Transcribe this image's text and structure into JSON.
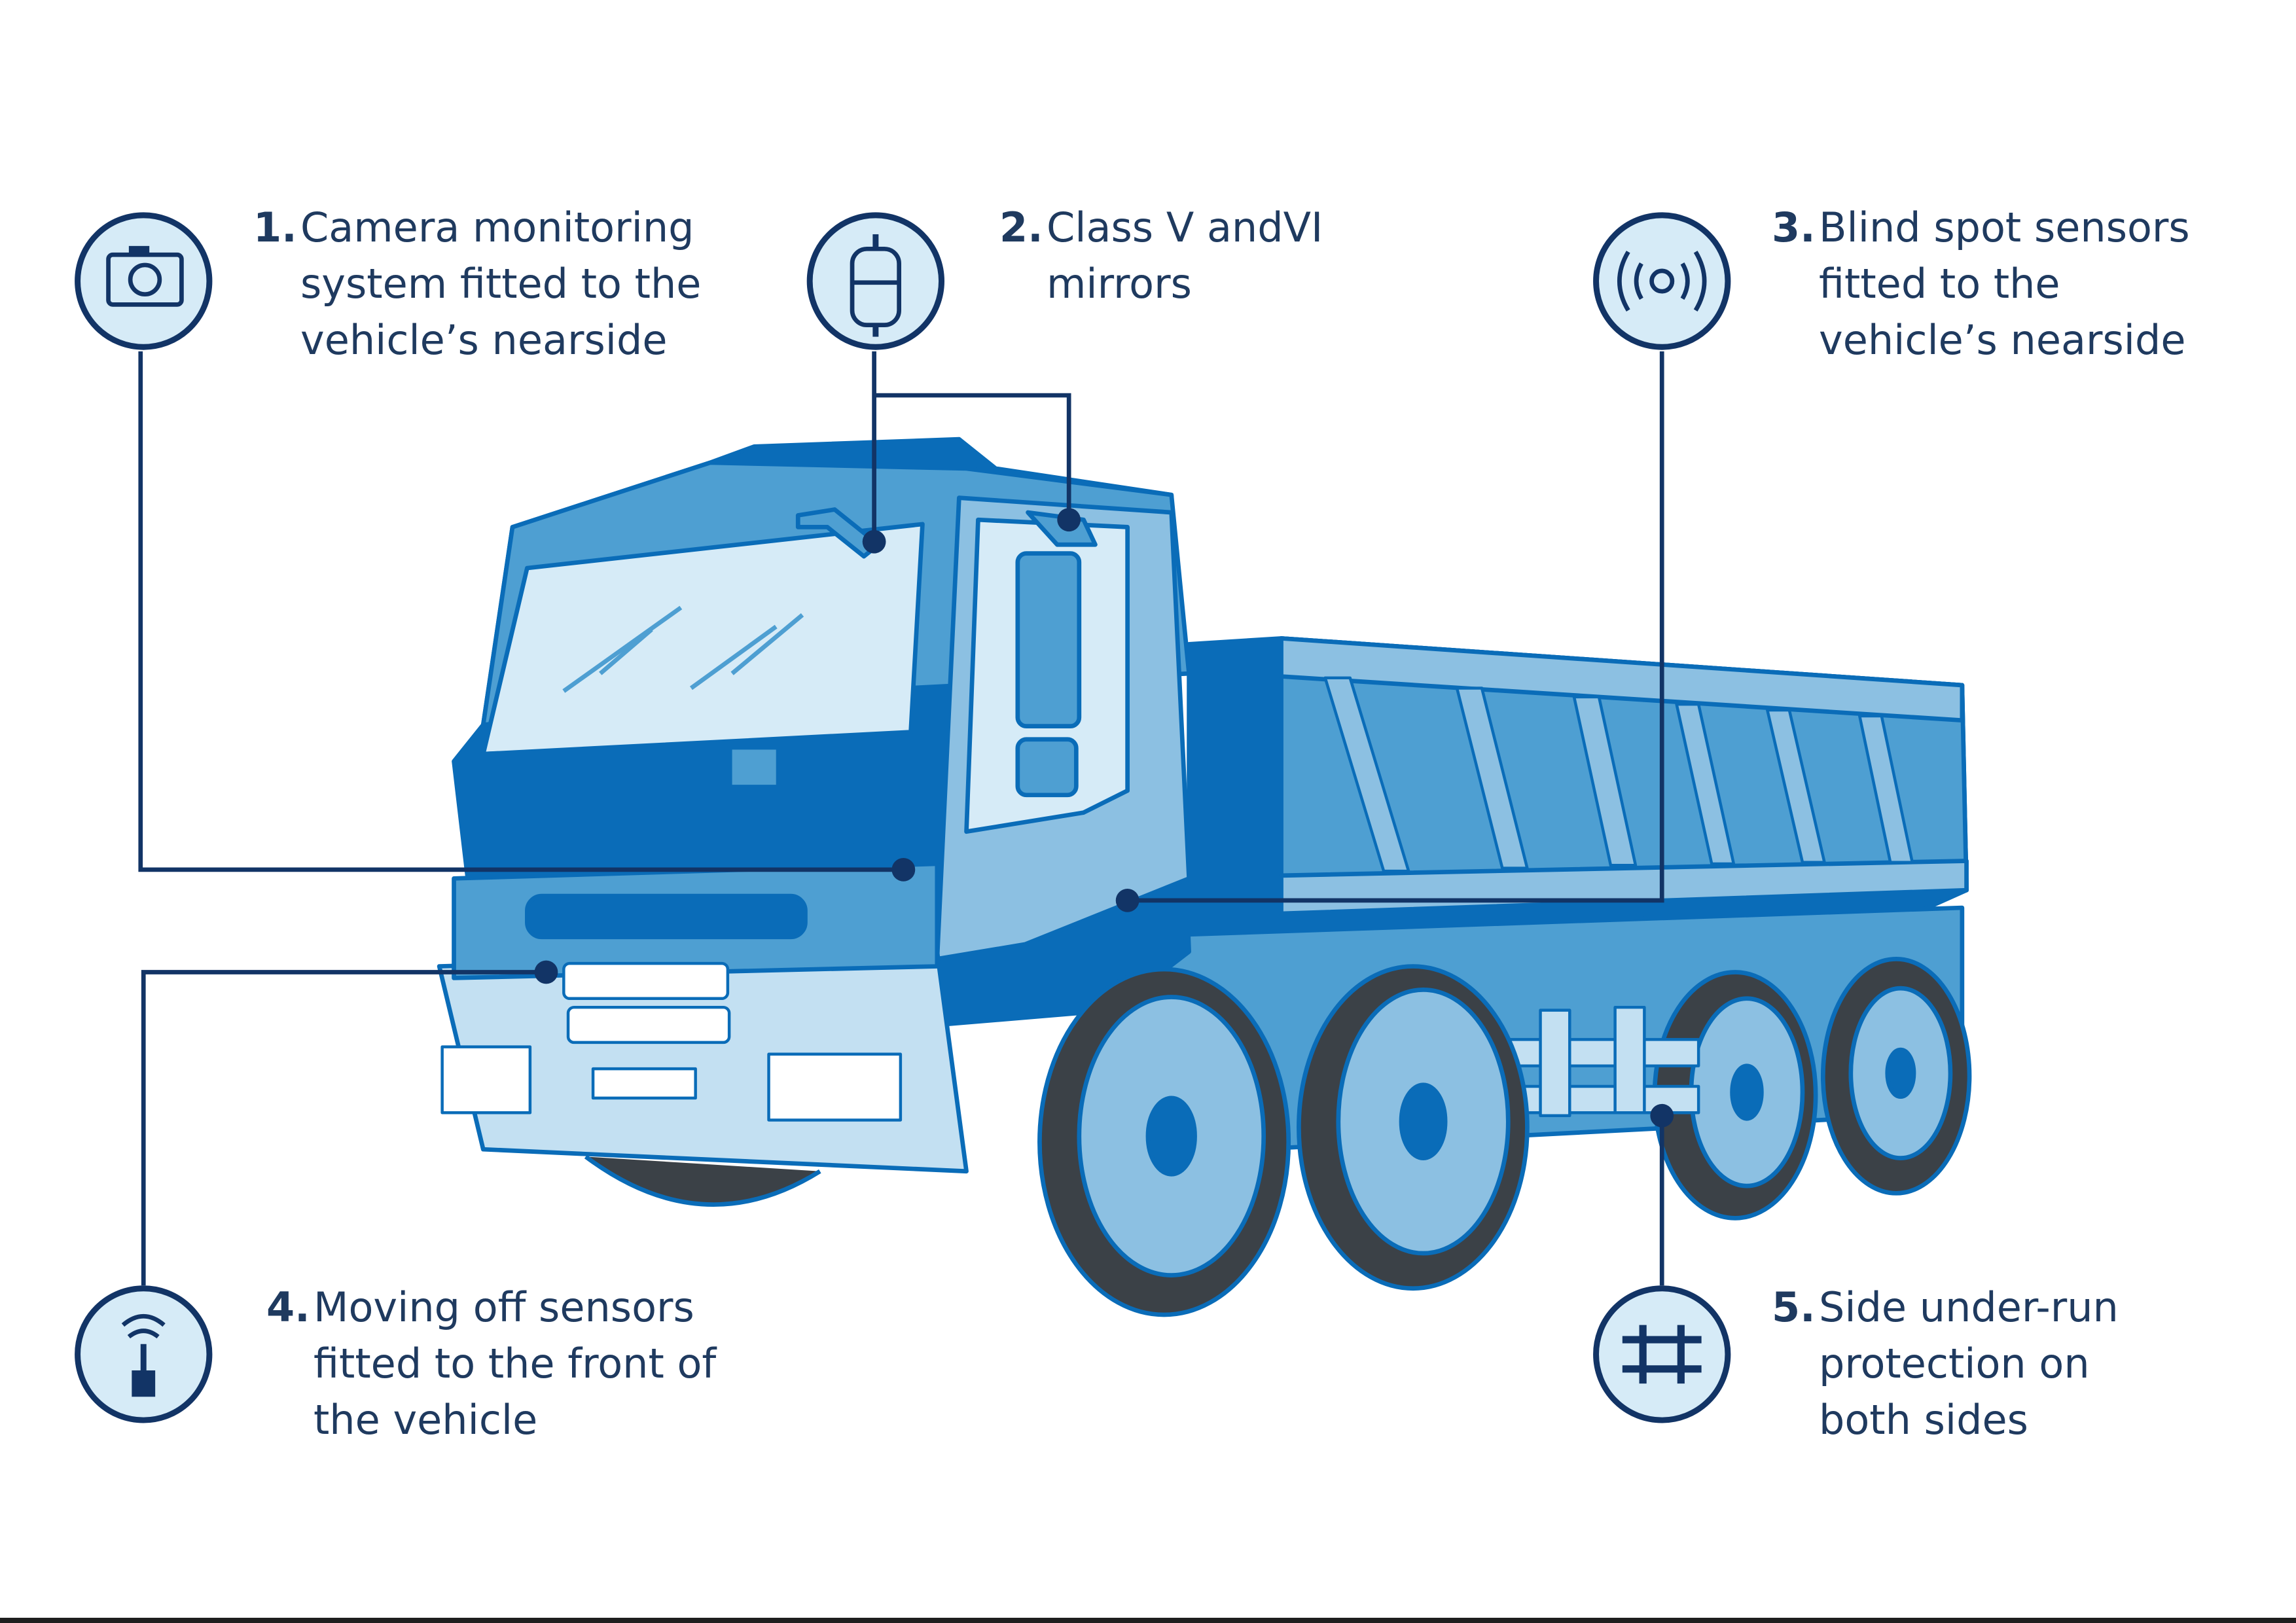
{
  "colors": {
    "navy": "#123466",
    "circle_fill": "#d6ebf7",
    "truck_dark": "#0a6cb8",
    "truck_mid": "#4e9fd2",
    "truck_light": "#8cc0e2",
    "truck_pale": "#c3e0f2",
    "tyre": "#3b4147"
  },
  "callouts": [
    {
      "number": "1.",
      "lines": [
        "Camera monitoring",
        "system fitted to the",
        "vehicle’s nearside"
      ],
      "icon": "camera-icon"
    },
    {
      "number": "2.",
      "lines": [
        "Class V andVI",
        "mirrors"
      ],
      "icon": "mirror-icon"
    },
    {
      "number": "3.",
      "lines": [
        "Blind spot sensors",
        "fitted to the",
        "vehicle’s nearside"
      ],
      "icon": "sensor-waves-icon"
    },
    {
      "number": "4.",
      "lines": [
        "Moving off sensors",
        "fitted to the front of",
        "the vehicle"
      ],
      "icon": "proximity-sensor-icon"
    },
    {
      "number": "5.",
      "lines": [
        "Side under-run",
        "protection on",
        "both sides"
      ],
      "icon": "side-rail-icon"
    }
  ]
}
